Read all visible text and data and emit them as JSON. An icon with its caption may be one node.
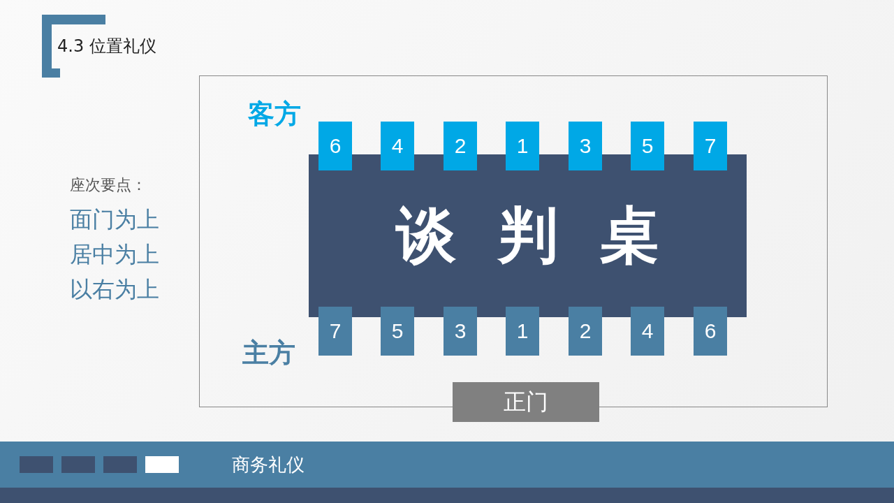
{
  "diagram": {
    "title": "4.3 位置礼仪",
    "nodes": [
      {
        "text": [],
        "shape": "box"
      },
      {
        "text": [
          "谈判桌"
        ],
        "in": 0
      },
      {
        "text": [
          "6"
        ],
        "in": 0
      },
      {
        "text": [
          "4"
        ],
        "in": 0
      },
      {
        "text": [
          "2"
        ],
        "in": 0
      },
      {
        "text": [
          "1"
        ],
        "in": 0
      },
      {
        "text": [
          "3"
        ],
        "in": 0
      },
      {
        "text": [
          "5"
        ],
        "in": 0
      },
      {
        "text": [
          "7"
        ],
        "in": 0
      },
      {
        "text": [
          "7"
        ],
        "in": 0
      },
      {
        "text": [
          "5"
        ],
        "in": 0
      },
      {
        "text": [
          "3"
        ],
        "in": 0
      },
      {
        "text": [
          "1"
        ],
        "in": 0
      },
      {
        "text": [
          "2"
        ],
        "in": 0
      },
      {
        "text": [
          "4"
        ],
        "in": 0
      },
      {
        "text": [
          "6"
        ],
        "in": 0
      },
      {
        "text": [
          "正门"
        ]
      }
    ],
    "labels": [
      "客方",
      "座次要点：",
      "面门为上",
      "居中为上",
      "以右为上",
      "主方",
      "商务礼仪"
    ]
  }
}
